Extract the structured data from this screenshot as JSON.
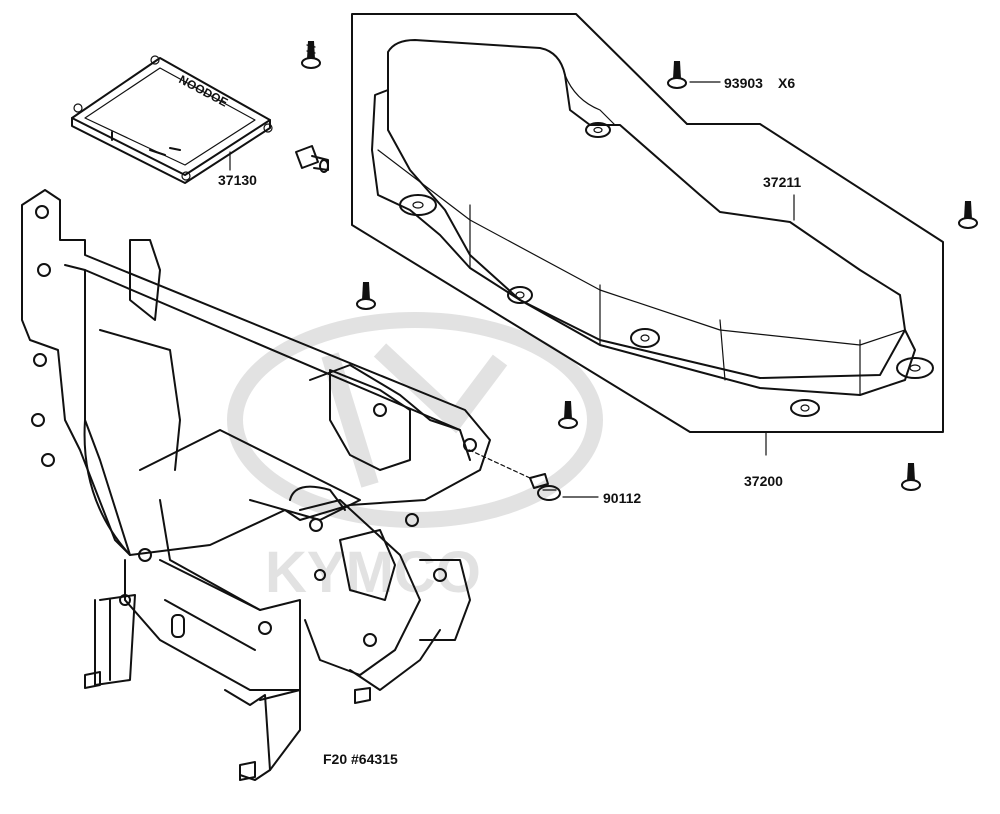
{
  "diagram": {
    "watermark_text": "KYMCO",
    "module_print": "NOODOE",
    "diagram_code": "F20 #64315",
    "callouts": [
      {
        "id": "37130",
        "label": "37130"
      },
      {
        "id": "93903",
        "label": "93903",
        "qty": "X6"
      },
      {
        "id": "37211",
        "label": "37211"
      },
      {
        "id": "37200",
        "label": "37200"
      },
      {
        "id": "90112",
        "label": "90112"
      }
    ]
  },
  "colors": {
    "ink": "#111111",
    "watermark": "#e2e2e2",
    "background": "#ffffff"
  }
}
